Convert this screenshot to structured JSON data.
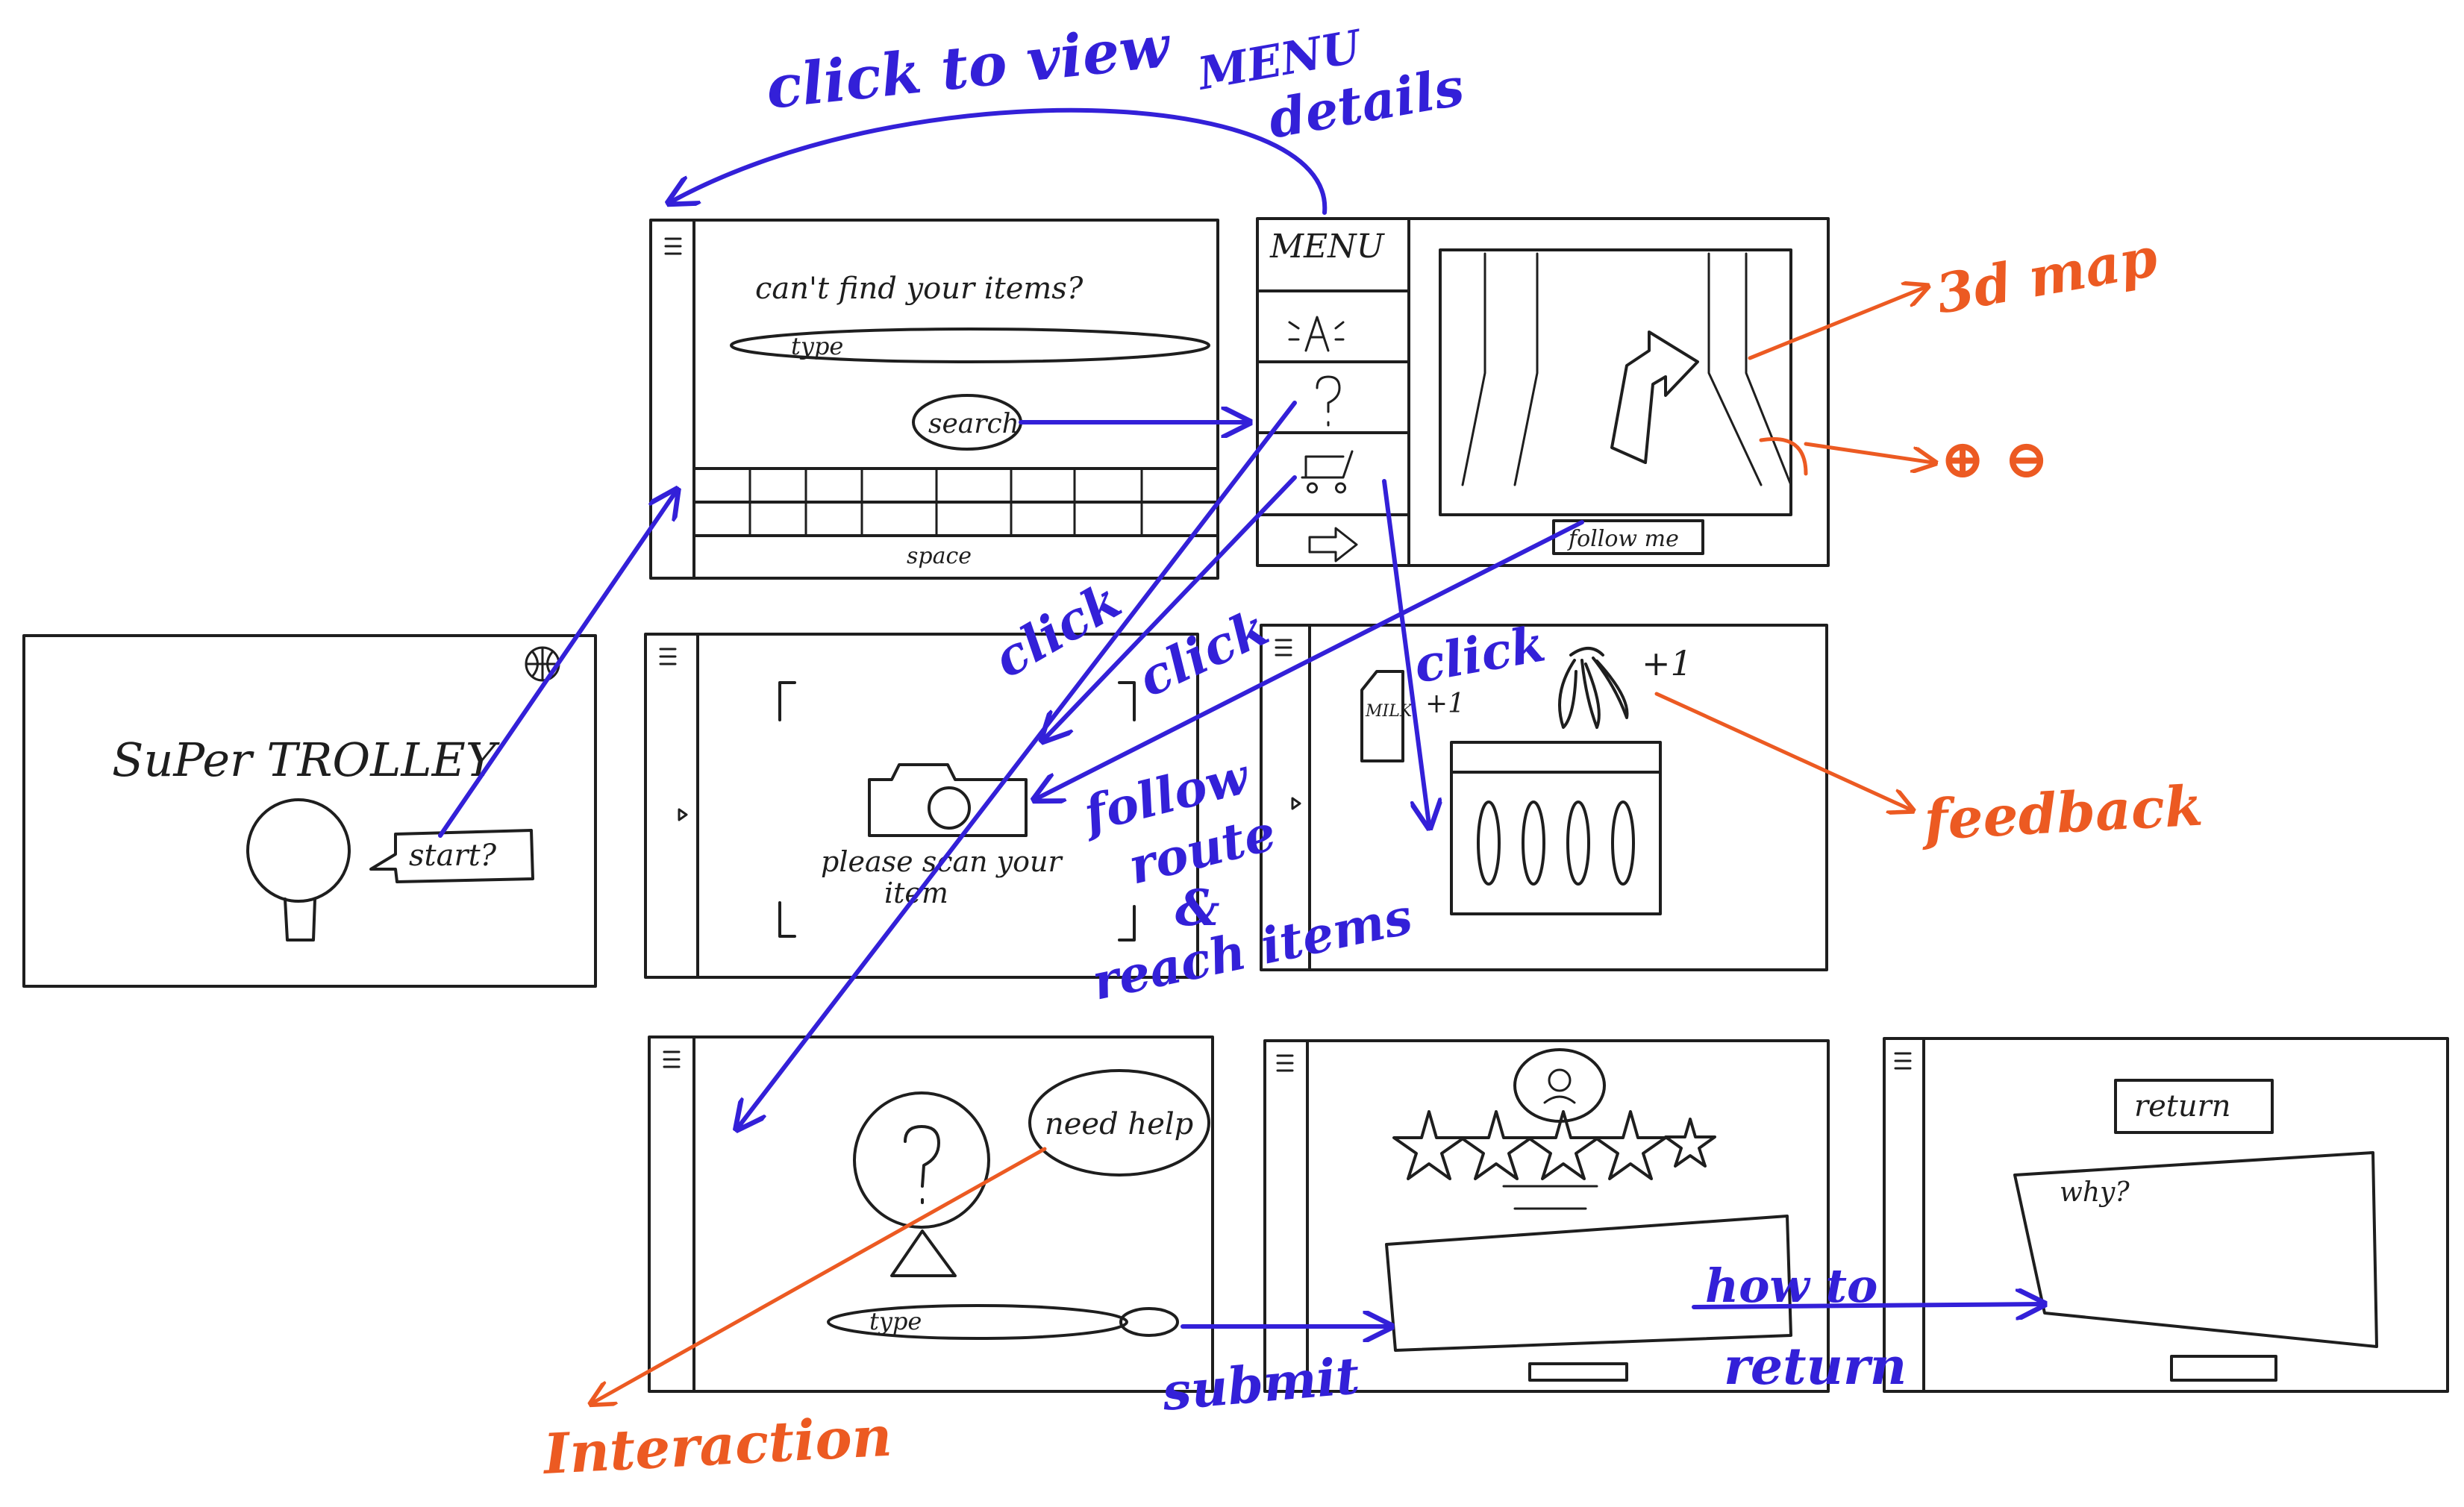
{
  "screens": {
    "start": {
      "title": "SuPer TROLLEY",
      "start_button": "start?"
    },
    "search": {
      "prompt": "can't find your items?",
      "input_placeholder": "type",
      "search_button": "search",
      "keyboard_key": "space"
    },
    "map": {
      "menu_title": "MENU",
      "follow_button": "follow me"
    },
    "scan": {
      "message_line1": "please scan your",
      "message_line2": "item"
    },
    "cart": {
      "milk_label": "MILK",
      "milk_count": "+1",
      "banana_count": "+1"
    },
    "help": {
      "bubble": "need help",
      "input_placeholder": "type"
    },
    "return": {
      "return_button": "return",
      "question": "why?"
    }
  },
  "annotations": {
    "click_to_view": "click to view",
    "menu_details_1": "MENU",
    "menu_details_2": "details",
    "click_1": "click",
    "click_2": "click",
    "click_3": "click",
    "follow_1": "follow",
    "follow_2": "route",
    "follow_3": "&",
    "follow_4": "reach items",
    "submit": "submit",
    "how_to": "how to",
    "return": "return",
    "map_3d": "3d map",
    "zoom": "⊕ ⊖",
    "feedback": "feedback",
    "interaction": "Interaction"
  },
  "colors": {
    "ink": "#1e1e1e",
    "flow_arrow": "#3320d8",
    "note_arrow": "#ec5a22"
  }
}
